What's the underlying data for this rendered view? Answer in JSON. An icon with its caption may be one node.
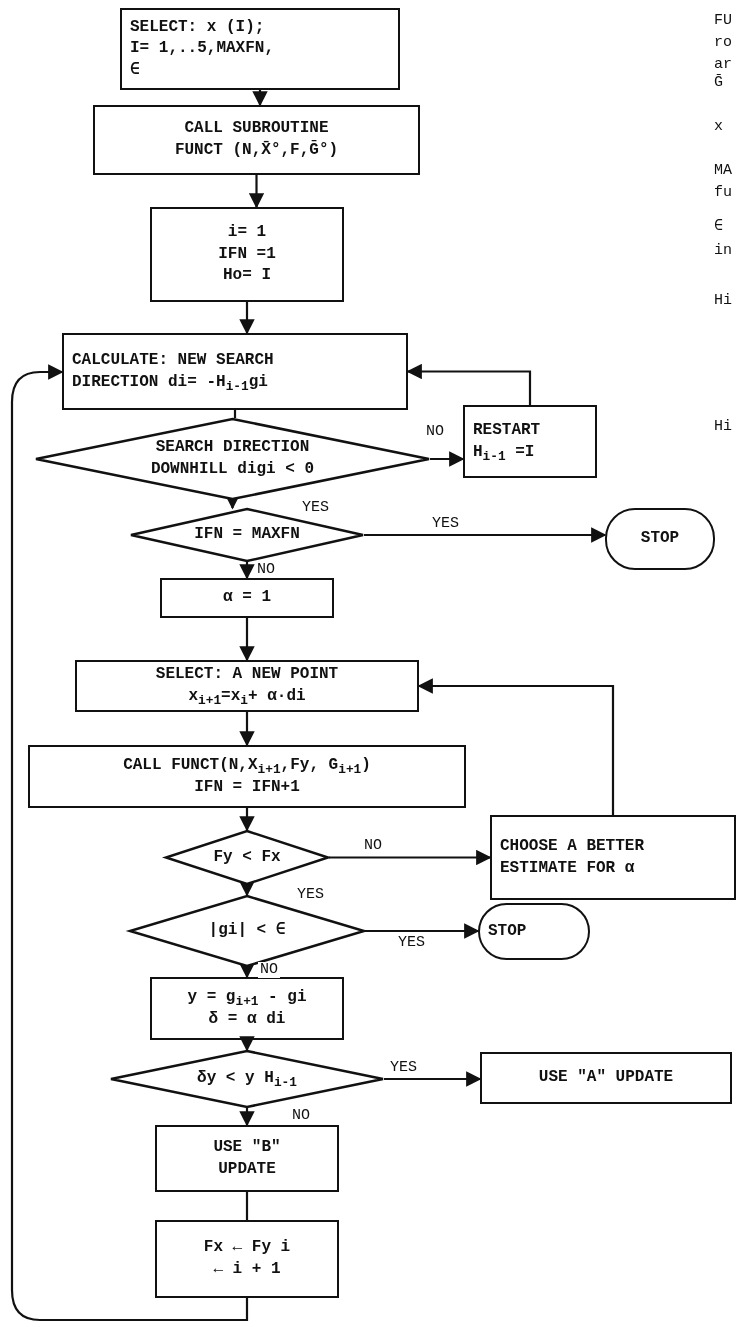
{
  "diagram": {
    "nodes": [
      {
        "text": [
          "SELECT: x (I); I= 1,..5,MAXFN, ∈"
        ]
      },
      {
        "text": [
          "CALL SUBROUTINE FUNCT (N,X̄°,F,Ḡ°)"
        ]
      },
      {
        "text": [
          "i= 1 IFN =1 Ho= I"
        ]
      },
      {
        "text": [
          "CALCULATE: NEW SEARCH DIRECTION di= -H$_{i-1}$gi"
        ]
      },
      {
        "text": [
          "SEARCH DIRECTION DOWNHILL digi < 0"
        ]
      },
      {
        "text": [
          "RESTART H$_{i-1}$ =I"
        ]
      },
      {
        "text": [
          "IFN = MAXFN"
        ]
      },
      {
        "text": [
          "STOP"
        ]
      },
      {
        "text": [
          "α = 1"
        ]
      },
      {
        "text": [
          "SELECT: A NEW POINT x$_{i+1}$=x$_{i}$+ α·di"
        ]
      },
      {
        "text": [
          "CALL FUNCT(N,X$_{i+1}$,Fy, G$_{i+1}$) IFN = IFN+1"
        ]
      },
      {
        "text": [
          "Fy < Fx"
        ]
      },
      {
        "text": [
          "CHOOSE A BETTER ESTIMATE FOR α"
        ]
      },
      {
        "text": [
          "|gi| < ∈"
        ]
      },
      {
        "text": [
          "STOP"
        ]
      },
      {
        "text": [
          "y = g$_{i+1}$ - gi δ = α di"
        ]
      },
      {
        "text": [
          "δy < y H$_{i-1}$"
        ]
      },
      {
        "text": [
          "USE \"A\" UPDATE"
        ]
      },
      {
        "text": [
          "USE \"B\" UPDATE"
        ]
      },
      {
        "text": [
          "Fx ← Fy i ← i + 1"
        ]
      }
    ],
    "edges": [
      {
        "from": 0,
        "to": 1,
        "arrow": "to"
      },
      {
        "from": 1,
        "to": 2,
        "arrow": "to"
      },
      {
        "from": 2,
        "to": 3,
        "arrow": "to"
      },
      {
        "from": 3,
        "to": 4,
        "arrow": "none"
      },
      {
        "from": 4,
        "to": 5,
        "label": "NO",
        "arrow": "to"
      },
      {
        "from": 5,
        "to": 3,
        "arrow": "to"
      },
      {
        "from": 4,
        "to": 6,
        "label": "YES",
        "arrow": "to"
      },
      {
        "from": 6,
        "to": 7,
        "label": "YES",
        "arrow": "to"
      },
      {
        "from": 6,
        "to": 8,
        "label": "NO",
        "arrow": "to"
      },
      {
        "from": 8,
        "to": 9,
        "arrow": "to"
      },
      {
        "from": 9,
        "to": 10,
        "arrow": "to"
      },
      {
        "from": 10,
        "to": 11,
        "arrow": "to"
      },
      {
        "from": 11,
        "to": 12,
        "label": "NO",
        "arrow": "to"
      },
      {
        "from": 12,
        "to": 9,
        "arrow": "to"
      },
      {
        "from": 11,
        "to": 13,
        "label": "YES",
        "arrow": "to"
      },
      {
        "from": 13,
        "to": 14,
        "label": "YES",
        "arrow": "to"
      },
      {
        "from": 13,
        "to": 15,
        "label": "NO",
        "arrow": "to"
      },
      {
        "from": 15,
        "to": 16,
        "arrow": "to"
      },
      {
        "from": 16,
        "to": 17,
        "label": "YES",
        "arrow": "to"
      },
      {
        "from": 16,
        "to": 18,
        "label": "NO",
        "arrow": "to"
      },
      {
        "from": 18,
        "to": 19,
        "arrow": "none"
      },
      {
        "from": 19,
        "to": 3,
        "arrow": "to"
      }
    ],
    "labels": [
      "FU",
      "ro",
      "ar",
      "Ḡ",
      "x",
      "MA",
      "fu",
      "∈",
      "in",
      "Hi",
      "Hi"
    ]
  }
}
